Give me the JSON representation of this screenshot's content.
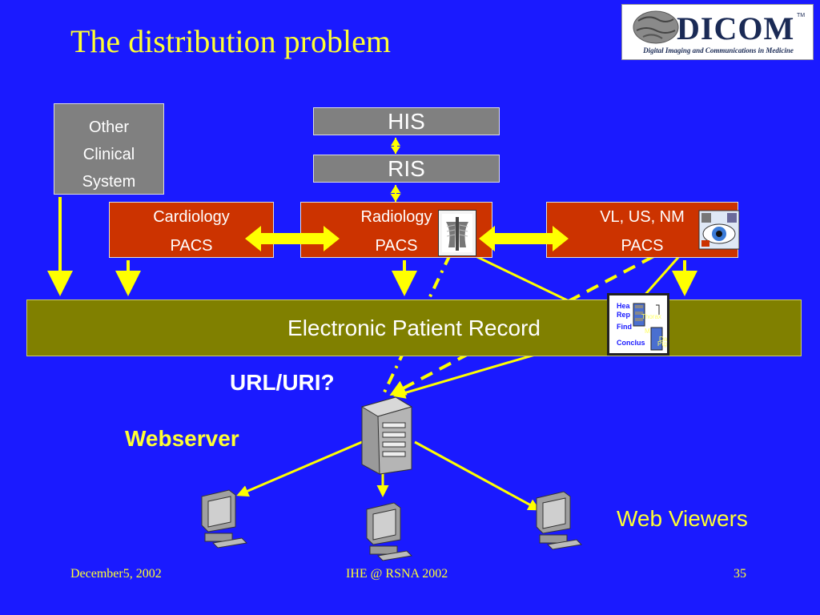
{
  "title": "The distribution problem",
  "logo": {
    "word": "DICOM",
    "tm": "TM",
    "tagline": "Digital Imaging and Communications in Medicine"
  },
  "nodes": {
    "other_clinical_system": [
      "Other",
      "Clinical",
      "System"
    ],
    "his": "HIS",
    "ris": "RIS",
    "cardiology_pacs": [
      "Cardiology",
      "PACS"
    ],
    "radiology_pacs": [
      "Radiology",
      "PACS"
    ],
    "vl_us_nm_pacs": [
      "VL, US, NM",
      "PACS"
    ],
    "electronic_patient_record": "Electronic Patient Record",
    "webserver": "Webserver",
    "web_viewers": "Web Viewers"
  },
  "report_document": {
    "lines": [
      "Hea",
      "Rep",
      "Find",
      "Conclus"
    ],
    "sublabels": [
      "Thorax",
      "M",
      "Ptg",
      "Date"
    ]
  },
  "url_label": "URL/URI?",
  "footer": {
    "date": "December5, 2002",
    "event": "IHE @ RSNA 2002",
    "page": "35"
  },
  "colors": {
    "background": "#1a1aff",
    "title": "#ffff33",
    "arrow": "#ffff00",
    "pacs_box": "#cc3300",
    "gray_box": "#808080",
    "epr_box": "#808000"
  }
}
